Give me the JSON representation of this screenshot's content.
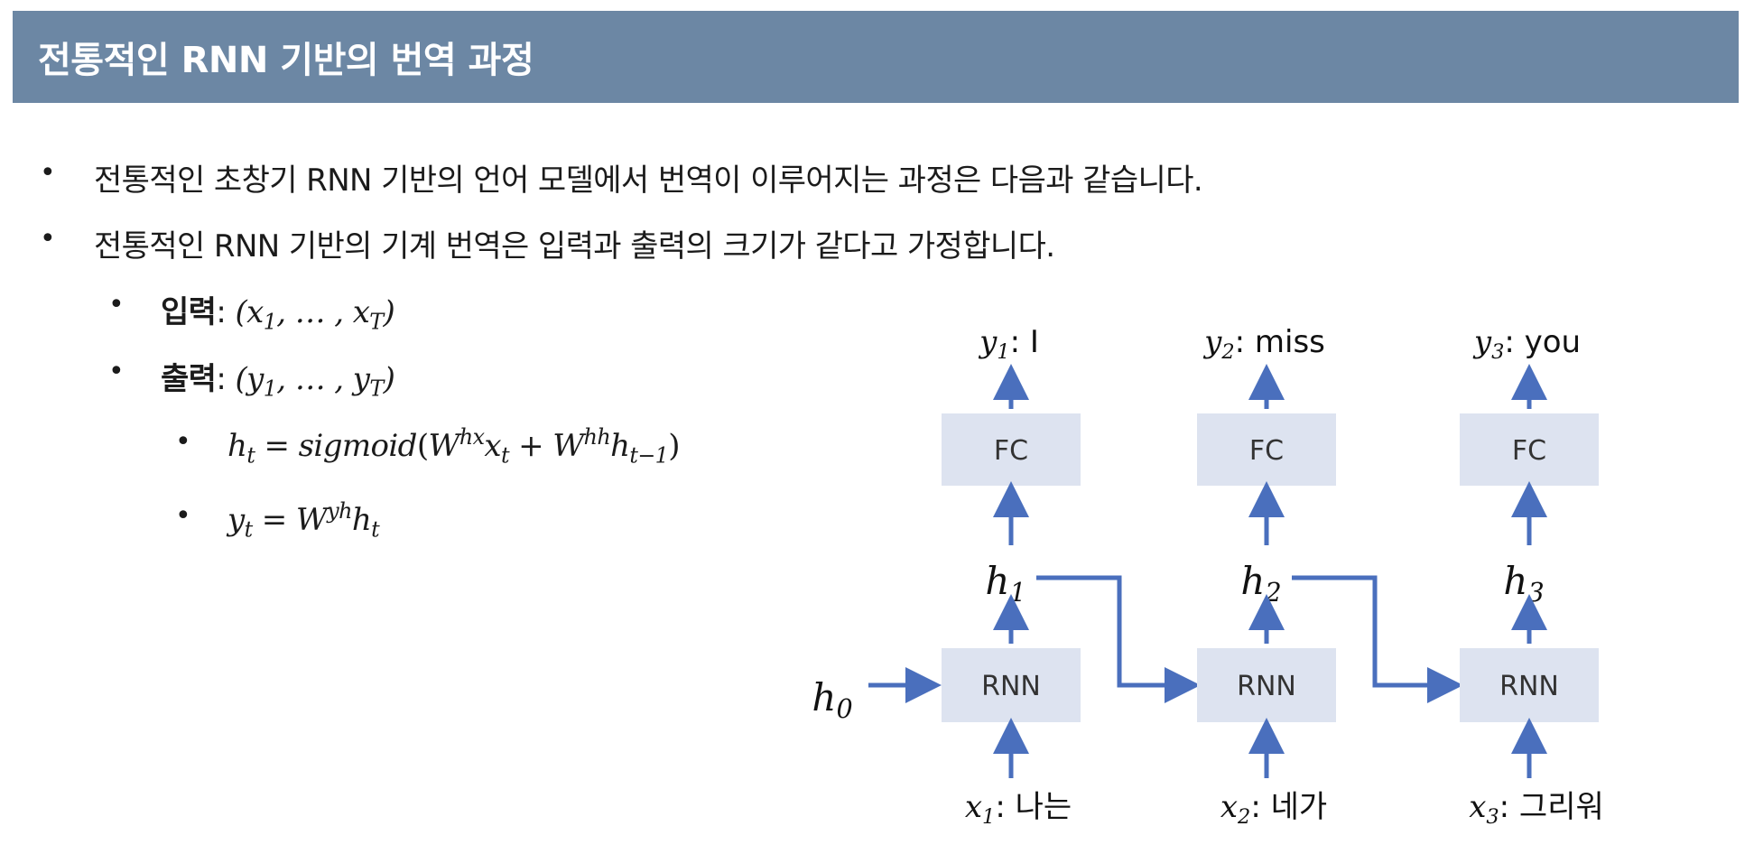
{
  "slide": {
    "title": "전통적인 RNN 기반의 번역 과정"
  },
  "bullets": [
    {
      "text": "전통적인 초창기 RNN 기반의 언어 모델에서 번역이 이루어지는 과정은 다음과 같습니다."
    },
    {
      "text": "전통적인 RNN 기반의 기계 번역은 입력과 출력의 크기가 같다고 가정합니다."
    }
  ],
  "sub_bullets": {
    "input_label": "입력",
    "output_label": "출력"
  },
  "diagram": {
    "initial_state": "h",
    "initial_state_index": "0",
    "columns": [
      {
        "rnn_label": "RNN",
        "fc_label": "FC",
        "hidden": "h",
        "hidden_index": "1",
        "input_var": "x",
        "input_index": "1",
        "input_word": "나는",
        "output_var": "y",
        "output_index": "1",
        "output_word": "I"
      },
      {
        "rnn_label": "RNN",
        "fc_label": "FC",
        "hidden": "h",
        "hidden_index": "2",
        "input_var": "x",
        "input_index": "2",
        "input_word": "네가",
        "output_var": "y",
        "output_index": "2",
        "output_word": "miss"
      },
      {
        "rnn_label": "RNN",
        "fc_label": "FC",
        "hidden": "h",
        "hidden_index": "3",
        "input_var": "x",
        "input_index": "3",
        "input_word": "그리워",
        "output_var": "y",
        "output_index": "3",
        "output_word": "you"
      }
    ],
    "colors": {
      "box_fill": "#dde3f0",
      "arrow": "#4a6fbd",
      "title_bar": "#6c87a4"
    }
  }
}
